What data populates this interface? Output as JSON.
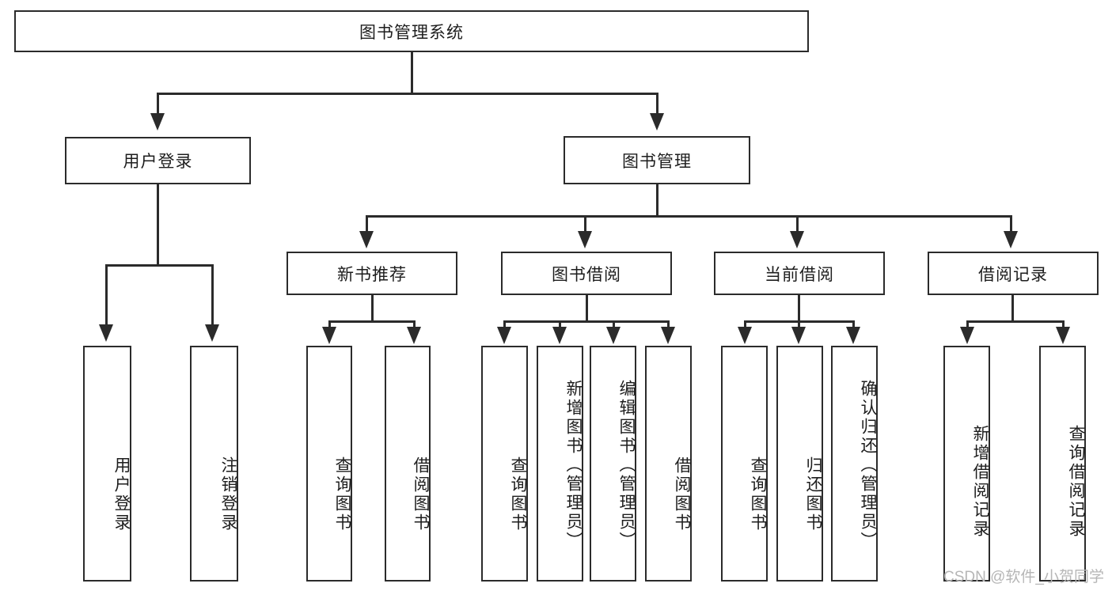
{
  "diagram": {
    "type": "tree-hierarchy-chart",
    "title": "图书管理系统",
    "watermark": "CSDN @软件_小贺同学",
    "colors": {
      "stroke": "#2b2b2b",
      "fill": "#ffffff",
      "text": "#1d1d1d",
      "watermark": "#b6b6b6"
    },
    "root": {
      "label": "图书管理系统"
    },
    "level2": [
      {
        "label": "用户登录"
      },
      {
        "label": "图书管理"
      }
    ],
    "level3": [
      {
        "label": "新书推荐"
      },
      {
        "label": "图书借阅"
      },
      {
        "label": "当前借阅"
      },
      {
        "label": "借阅记录"
      }
    ],
    "leaves": {
      "user_login": [
        {
          "label": "用户登录"
        },
        {
          "label": "注销登录"
        }
      ],
      "new_book_recommend": [
        {
          "label": "查询图书"
        },
        {
          "label": "借阅图书"
        }
      ],
      "book_borrow": [
        {
          "label": "查询图书"
        },
        {
          "label": "新增图书（管理员）"
        },
        {
          "label": "编辑图书（管理员）"
        },
        {
          "label": "借阅图书"
        }
      ],
      "current_borrow": [
        {
          "label": "查询图书"
        },
        {
          "label": "归还图书"
        },
        {
          "label": "确认归还（管理员）"
        }
      ],
      "borrow_record": [
        {
          "label": "新增借阅记录"
        },
        {
          "label": "查询借阅记录"
        }
      ]
    }
  }
}
